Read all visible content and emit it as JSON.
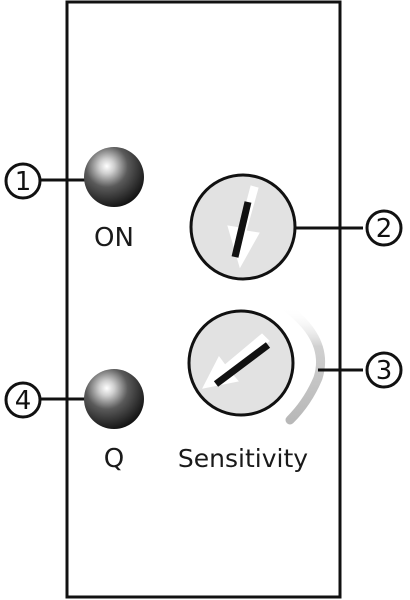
{
  "labels": {
    "led_on": "ON",
    "led_q": "Q",
    "knob_sensitivity": "Sensitivity"
  },
  "callouts": {
    "c1": "1",
    "c2": "2",
    "c3": "3",
    "c4": "4"
  },
  "colors": {
    "outline": "#111111",
    "knob_face": "#e2e2e2",
    "arc": "#c8c8c8",
    "led_highlight": "#ffffff",
    "led_body": "#1f1f1f"
  },
  "icons": {
    "led_on": "led-indicator-icon",
    "led_q": "led-indicator-icon",
    "knob_2": "rotary-switch-icon",
    "knob_3": "rotary-sensitivity-dial-icon"
  }
}
